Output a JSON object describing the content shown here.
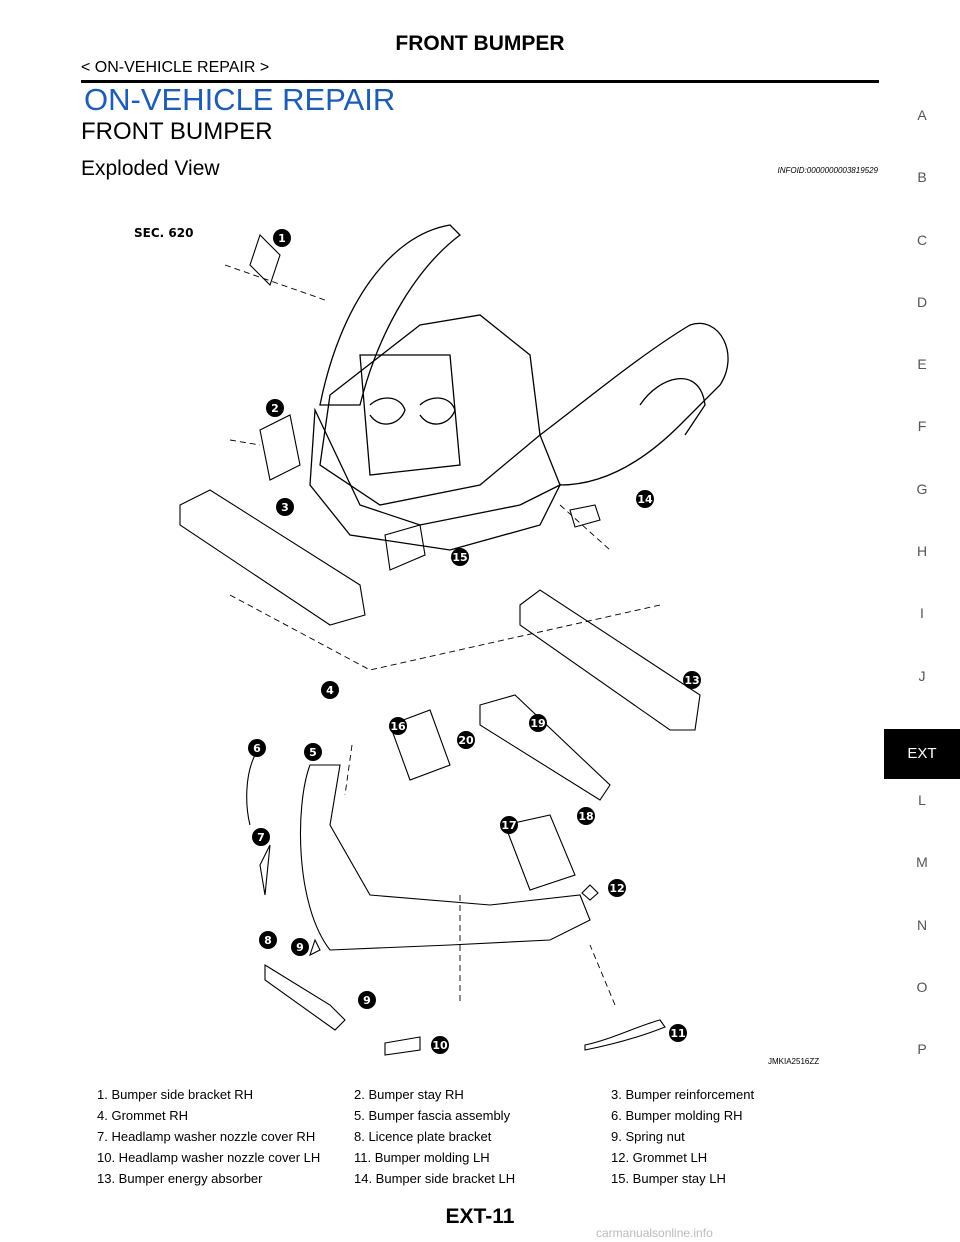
{
  "header": {
    "title": "FRONT BUMPER",
    "breadcrumb": "< ON-VEHICLE REPAIR >"
  },
  "section": {
    "title": "ON-VEHICLE REPAIR",
    "subtitle": "FRONT BUMPER",
    "view_title": "Exploded View",
    "infoid": "INFOID:0000000003819529"
  },
  "side_nav": [
    "A",
    "B",
    "C",
    "D",
    "E",
    "F",
    "G",
    "H",
    "I",
    "J",
    "EXT",
    "L",
    "M",
    "N",
    "O",
    "P"
  ],
  "side_nav_active": "EXT",
  "figure": {
    "sec_label": "SEC. 620",
    "code": "JMKIA2516ZZ",
    "callouts": [
      "1",
      "2",
      "3",
      "14",
      "15",
      "13",
      "4",
      "16",
      "20",
      "19",
      "6",
      "5",
      "7",
      "17",
      "18",
      "12",
      "8",
      "9",
      "9",
      "10",
      "11"
    ]
  },
  "legend": [
    [
      "1. Bumper side bracket RH",
      "2. Bumper stay RH",
      "3. Bumper reinforcement"
    ],
    [
      "4. Grommet RH",
      "5. Bumper fascia assembly",
      "6. Bumper molding RH"
    ],
    [
      "7. Headlamp washer nozzle cover RH",
      "8. Licence plate bracket",
      "9. Spring nut"
    ],
    [
      "10. Headlamp washer nozzle cover LH",
      "11. Bumper molding LH",
      "12. Grommet LH"
    ],
    [
      "13. Bumper energy absorber",
      "14. Bumper side bracket LH",
      "15. Bumper stay LH"
    ]
  ],
  "footer": {
    "page_number": "EXT-11",
    "watermark": "carmanualsonline.info"
  }
}
